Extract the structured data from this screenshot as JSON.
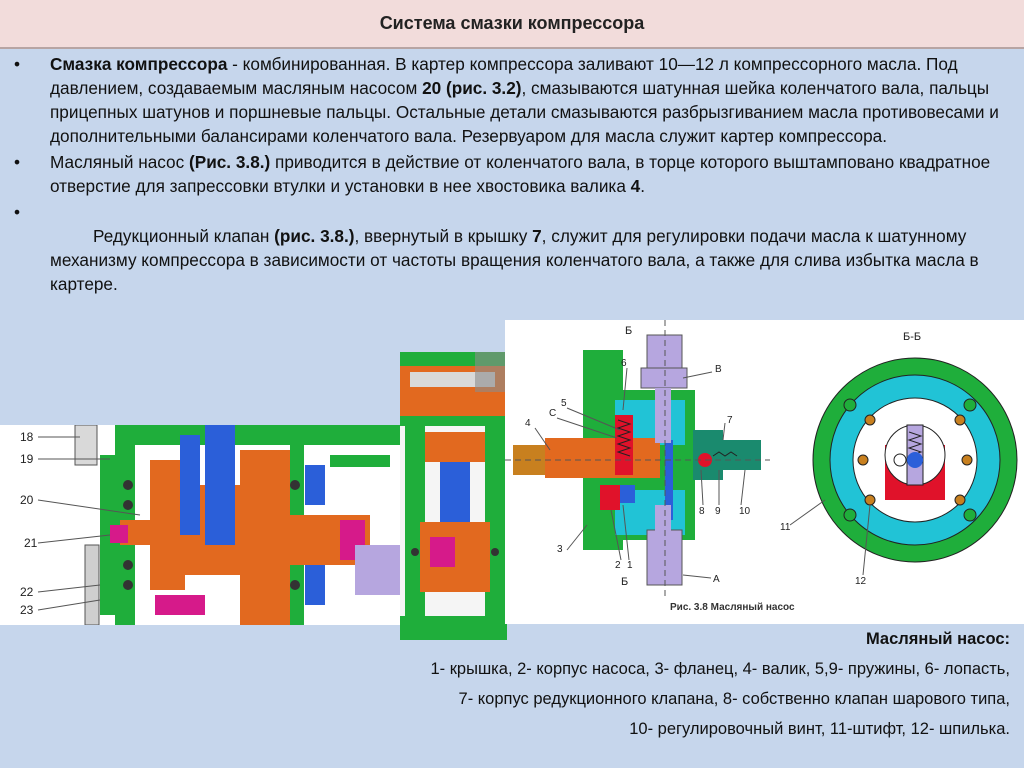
{
  "title": "Система смазки компрессора",
  "bullets": [
    {
      "marker": "•",
      "segments": [
        {
          "t": "Смазка компрессора",
          "b": true
        },
        {
          "t": " - комбинированная. В картер компрессора заливают 10—12 л компрессорного масла. Под давлением, создаваемым масляным насосом ",
          "b": false
        },
        {
          "t": "20 (рис. 3.2)",
          "b": true
        },
        {
          "t": ", смазываются шатунная шейка коленчатого вала, пальцы прицепных шатунов и поршневые пальцы. Остальные детали смазываются разбрызгиванием масла противовесами и дополнительными балансирами коленчатого вала. Резервуаром для масла служит картер компрессора.",
          "b": false
        }
      ]
    },
    {
      "marker": "•",
      "segments": [
        {
          "t": "Масляный насос ",
          "b": false
        },
        {
          "t": "(Рис. 3.8.)",
          "b": true
        },
        {
          "t": " приводится в действие от коленчатого вала, в торце которого выштамповано квадратное отверстие для запрессовки втулки и установки в нее хвостовика валика ",
          "b": false
        },
        {
          "t": "4",
          "b": true
        },
        {
          "t": ".",
          "b": false
        }
      ]
    },
    {
      "marker": "•",
      "segments": [
        {
          "t": "   Редукционный клапан ",
          "b": false
        },
        {
          "t": "(рис. 3.8.)",
          "b": true
        },
        {
          "t": ", ввернутый в крышку ",
          "b": false
        },
        {
          "t": "7",
          "b": true
        },
        {
          "t": ", служит для регулировки подачи масла к шатунному механизму компрессора в зависимости от частоты вращения коленчатого вала, а также для слива избытка масла в картере.",
          "b": false
        }
      ]
    }
  ],
  "figure_left": {
    "labels": [
      "18",
      "19",
      "20",
      "21",
      "22",
      "23"
    ]
  },
  "figure_main": {
    "section_label": "Б-Б",
    "cut_label_top": "Б",
    "cut_label_bottom": "Б",
    "labels": {
      "l6": "6",
      "l5": "5",
      "lC": "С",
      "l4": "4",
      "lB": "В",
      "l7": "7",
      "l3": "3",
      "l2": "2",
      "l1": "1",
      "l8": "8",
      "l9": "9",
      "l10": "10",
      "lA": "А",
      "l11": "11",
      "l12": "12"
    },
    "caption": "Рис. 3.8   Масляный   насос"
  },
  "legend": {
    "title": "Масляный насос:",
    "lines": [
      "1- крышка, 2- корпус насоса, 3- фланец, 4- валик, 5,9- пружины, 6- лопасть,",
      "7- корпус редукционного клапана, 8- собственно клапан шарового типа,",
      "10- регулировочный винт, 11-штифт, 12- шпилька."
    ]
  },
  "colors": {
    "green": "#1fae3b",
    "orange": "#e2691f",
    "blue": "#2b5fd9",
    "cyan": "#21c3d6",
    "red": "#e0122a",
    "magenta": "#d61a8a",
    "lavender": "#b6a6df"
  }
}
